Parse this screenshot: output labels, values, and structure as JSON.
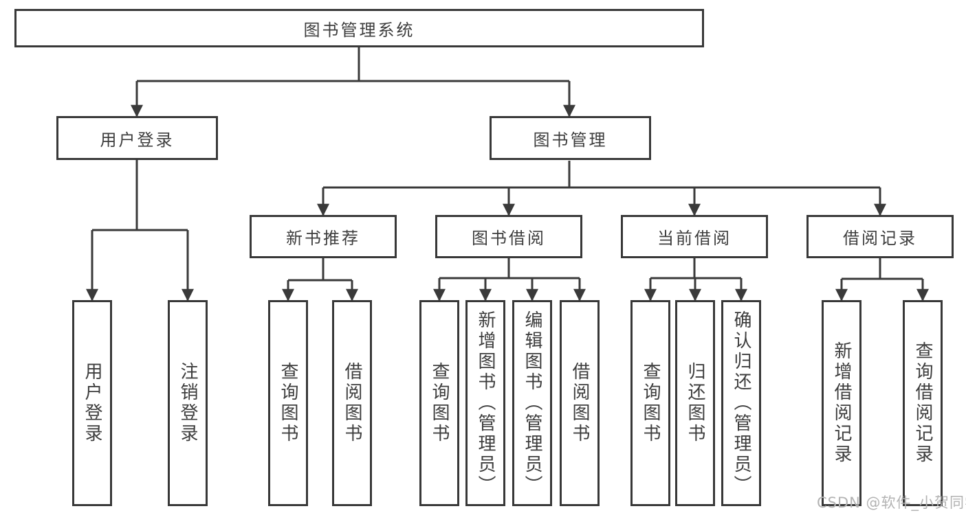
{
  "diagram": {
    "type": "hierarchy-tree",
    "colors": {
      "line": "#3a3a3a",
      "box_border": "#383838",
      "text": "#3d3d3d",
      "background": "#ffffff",
      "watermark_text_color": "#b3b3b3"
    },
    "nodes": {
      "root": {
        "label": "图书管理系统"
      },
      "login": {
        "label": "用户登录"
      },
      "mgmt": {
        "label": "图书管理"
      },
      "newbook": {
        "label": "新书推荐"
      },
      "borrow": {
        "label": "图书借阅"
      },
      "current": {
        "label": "当前借阅"
      },
      "records": {
        "label": "借阅记录"
      },
      "leaf_login_1": {
        "label": "用户登录"
      },
      "leaf_login_2": {
        "label": "注销登录"
      },
      "leaf_new_1": {
        "label": "查询图书"
      },
      "leaf_new_2": {
        "label": "借阅图书"
      },
      "leaf_borrow_1": {
        "label": "查询图书"
      },
      "leaf_borrow_2": {
        "label": "新增图书（管理员）"
      },
      "leaf_borrow_3": {
        "label": "编辑图书（管理员）"
      },
      "leaf_borrow_4": {
        "label": "借阅图书"
      },
      "leaf_current_1": {
        "label": "查询图书"
      },
      "leaf_current_2": {
        "label": "归还图书"
      },
      "leaf_current_3": {
        "label": "确认归还（管理员）"
      },
      "leaf_records_1": {
        "label": "新增借阅记录"
      },
      "leaf_records_2": {
        "label": "查询借阅记录"
      }
    },
    "tree": {
      "root": "图书管理系统",
      "children": [
        {
          "label": "用户登录",
          "children": [
            "用户登录",
            "注销登录"
          ]
        },
        {
          "label": "图书管理",
          "children": [
            {
              "label": "新书推荐",
              "children": [
                "查询图书",
                "借阅图书"
              ]
            },
            {
              "label": "图书借阅",
              "children": [
                "查询图书",
                "新增图书（管理员）",
                "编辑图书（管理员）",
                "借阅图书"
              ]
            },
            {
              "label": "当前借阅",
              "children": [
                "查询图书",
                "归还图书",
                "确认归还（管理员）"
              ]
            },
            {
              "label": "借阅记录",
              "children": [
                "新增借阅记录",
                "查询借阅记录"
              ]
            }
          ]
        }
      ]
    },
    "watermark": "CSDN @软件_小贺同学"
  }
}
